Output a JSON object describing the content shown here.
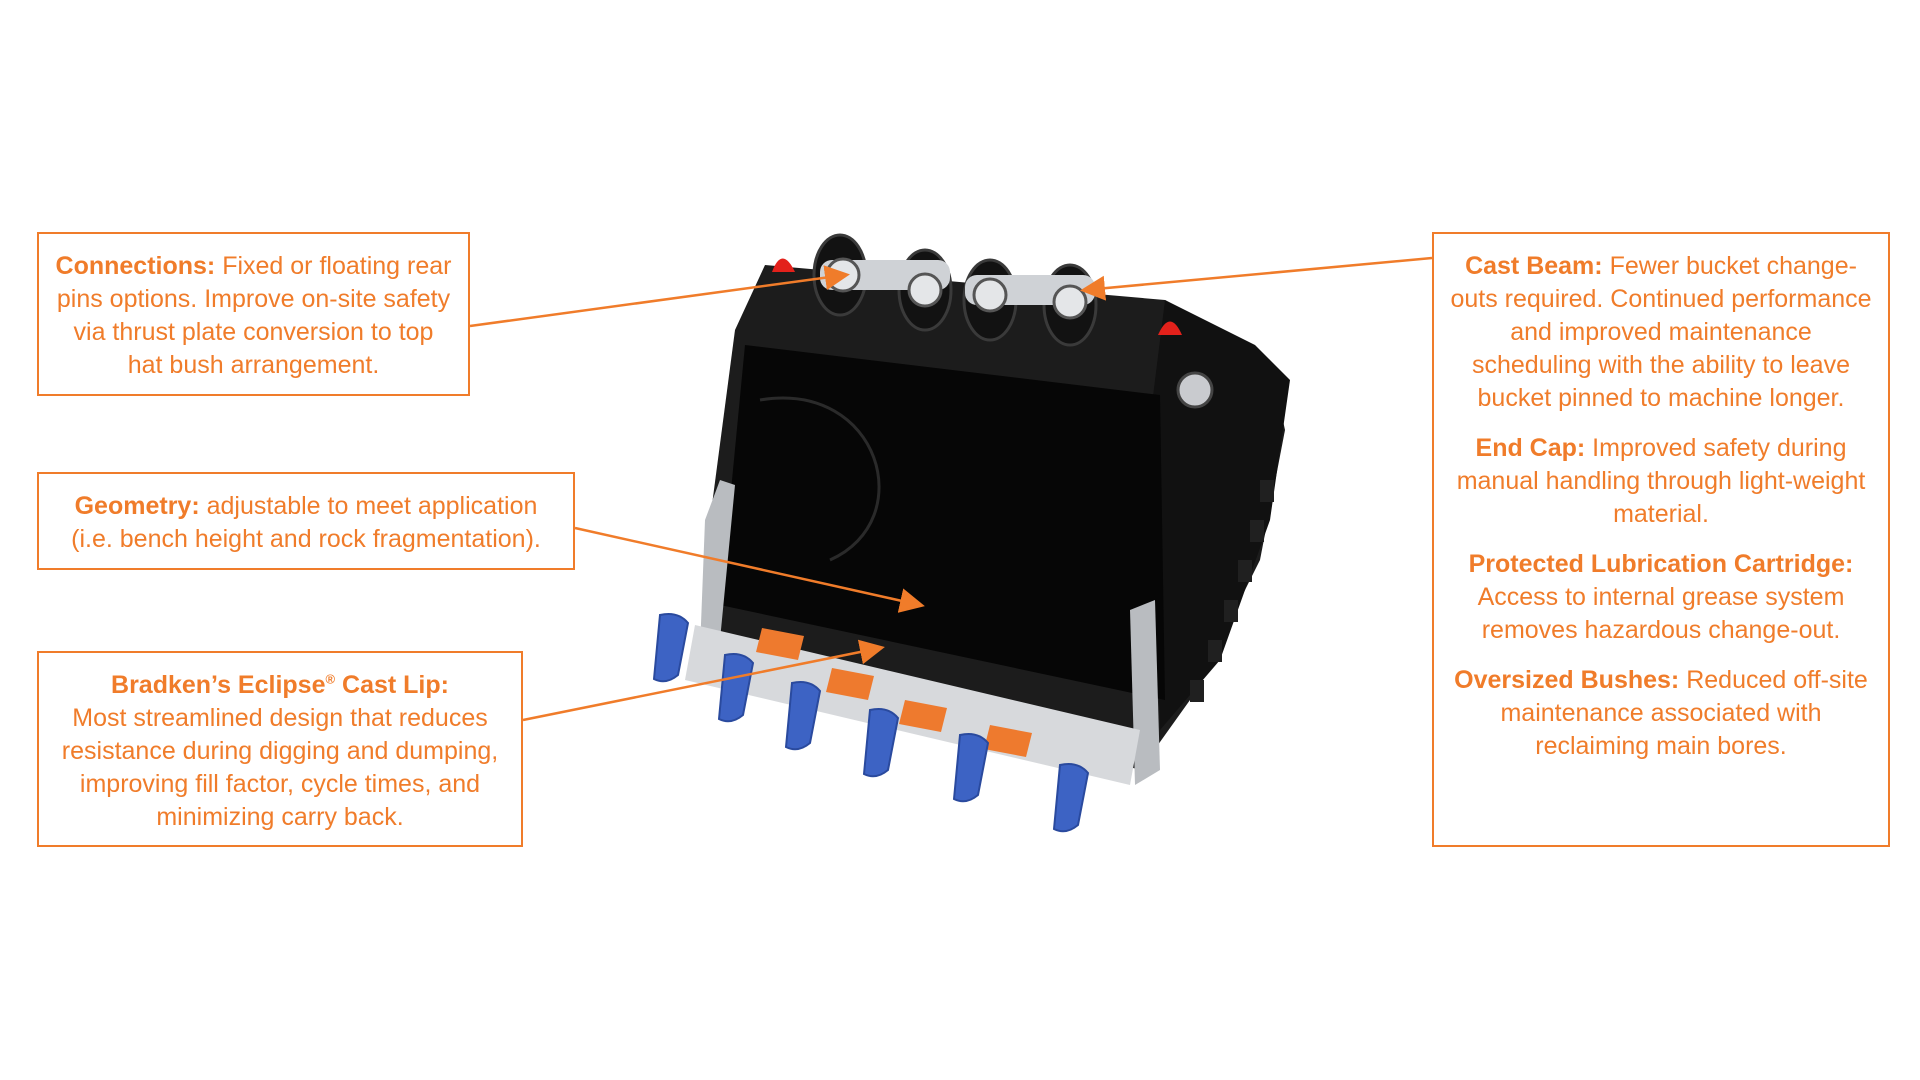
{
  "callouts": {
    "connections": {
      "heading": "Connections:",
      "body": " Fixed or floating rear pins options. Improve on-site safety via thrust plate conversion to top hat bush arrangement."
    },
    "geometry": {
      "heading": "Geometry:",
      "body": " adjustable to meet application (i.e. bench height and rock fragmentation)."
    },
    "lip": {
      "heading": "Bradken’s Eclipse",
      "heading_mark": "®",
      "heading_tail": " Cast Lip:",
      "body": "Most streamlined design that reduces resistance during digging and dumping, improving fill factor, cycle times, and minimizing carry back."
    },
    "cast_beam": {
      "heading": "Cast Beam:",
      "body": " Fewer bucket change-outs required. Continued performance and improved maintenance scheduling with the ability to leave bucket pinned to machine longer."
    },
    "end_cap": {
      "heading": "End Cap:",
      "body": " Improved safety during manual handling through light-weight material."
    },
    "lubrication": {
      "heading": "Protected Lubrication Cartridge:",
      "body": "Access to internal grease system removes hazardous change-out."
    },
    "bushes": {
      "heading": "Oversized Bushes:",
      "body": " Reduced off-site maintenance associated with reclaiming main bores."
    }
  },
  "colors": {
    "accent": "#f07c2a",
    "bucket_body": "#1a1a1a",
    "tooth": "#3d63c4",
    "adapter": "#ee7a2e",
    "lifting_lug": "#e3211b"
  }
}
